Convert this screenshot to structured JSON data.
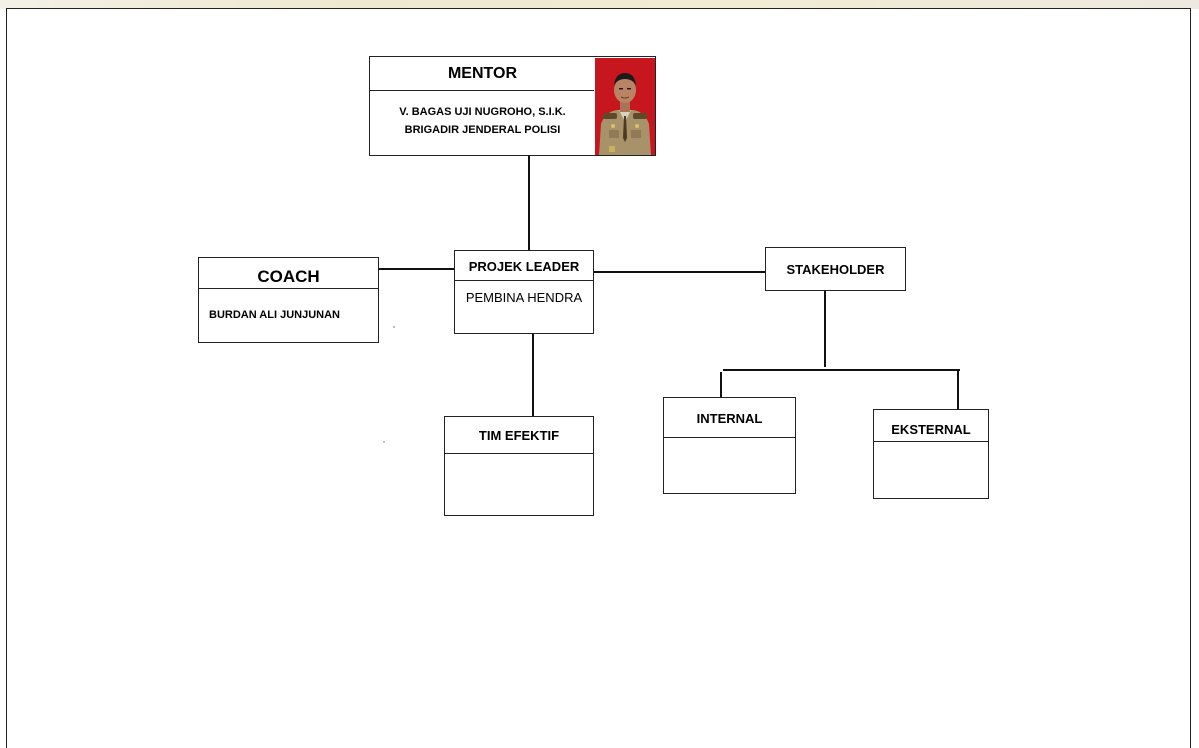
{
  "mentor": {
    "title": "MENTOR",
    "name": "V. BAGAS UJI NUGROHO, S.I.K.",
    "rank": "BRIGADIR JENDERAL POLISI"
  },
  "coach": {
    "title": "COACH",
    "name": "BURDAN ALI JUNJUNAN"
  },
  "leader": {
    "title": "PROJEK LEADER",
    "name": "PEMBINA HENDRA"
  },
  "stakeholder": {
    "title": "STAKEHOLDER"
  },
  "team": {
    "title": "TIM EFEKTIF"
  },
  "internal": {
    "title": "INTERNAL"
  },
  "external": {
    "title": "EKSTERNAL"
  },
  "colors": {
    "photo_background": "#c8161e",
    "line": "#111111"
  }
}
